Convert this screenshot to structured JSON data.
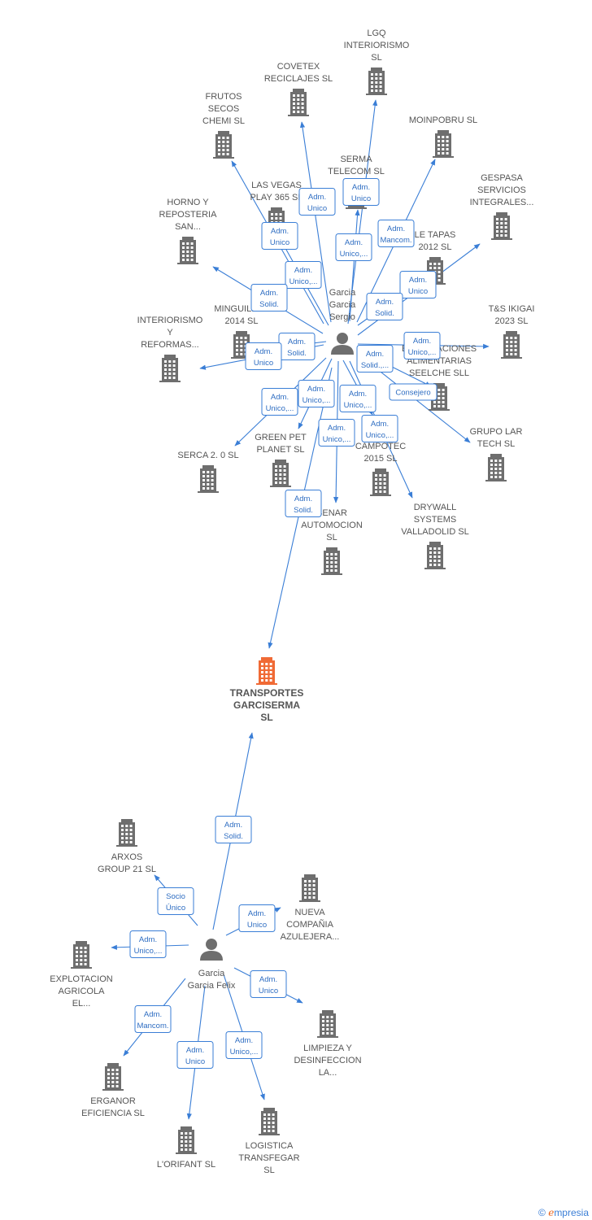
{
  "people": [
    {
      "id": "p1",
      "name": [
        "Garcia",
        "Garcia",
        "Sergio"
      ]
    },
    {
      "id": "p2",
      "name": [
        "Garcia",
        "Garcia Felix"
      ]
    }
  ],
  "companies": [
    {
      "id": "main",
      "name": [
        "TRANSPORTES",
        "GARCISERMA",
        "SL"
      ],
      "highlight": true
    },
    {
      "id": "lgq",
      "name": [
        "LGQ",
        "INTERIORISMO",
        "SL"
      ]
    },
    {
      "id": "covetex",
      "name": [
        "COVETEX",
        "RECICLAJES  SL"
      ]
    },
    {
      "id": "frutos",
      "name": [
        "FRUTOS",
        "SECOS",
        "CHEMI SL"
      ]
    },
    {
      "id": "moinpobru",
      "name": [
        "MOINPOBRU  SL"
      ]
    },
    {
      "id": "serma",
      "name": [
        "SERMA",
        "TELECOM  SL"
      ]
    },
    {
      "id": "lasvegas",
      "name": [
        "LAS VEGAS",
        "PLAY 365  SL"
      ]
    },
    {
      "id": "gespasa",
      "name": [
        "GESPASA",
        "SERVICIOS",
        "INTEGRALES..."
      ]
    },
    {
      "id": "horno",
      "name": [
        "HORNO Y",
        "REPOSTERIA",
        "SAN..."
      ]
    },
    {
      "id": "tapas",
      "name": [
        "LE TAPAS",
        "2012 SL"
      ]
    },
    {
      "id": "minguillen",
      "name": [
        "MINGUILLEN",
        "2014  SL"
      ]
    },
    {
      "id": "tsikigai",
      "name": [
        "T&S IKIGAI",
        "2023  SL"
      ]
    },
    {
      "id": "interiorismo",
      "name": [
        "INTERIORISMO",
        "Y",
        "REFORMAS..."
      ]
    },
    {
      "id": "seelche",
      "name": [
        "EXPLOTACIONES",
        "ALIMENTARIAS",
        "SEELCHE  SLL"
      ]
    },
    {
      "id": "grupolar",
      "name": [
        "GRUPO LAR",
        "TECH  SL"
      ]
    },
    {
      "id": "serca",
      "name": [
        "SERCA 2. 0 SL"
      ]
    },
    {
      "id": "greenpet",
      "name": [
        "GREEN PET",
        "PLANET  SL"
      ]
    },
    {
      "id": "campotec",
      "name": [
        "CAMPOTEC",
        "2015  SL"
      ]
    },
    {
      "id": "senar",
      "name": [
        "SENAR",
        "AUTOMOCION",
        "SL"
      ]
    },
    {
      "id": "drywall",
      "name": [
        "DRYWALL",
        "SYSTEMS",
        "VALLADOLID  SL"
      ]
    },
    {
      "id": "arxos",
      "name": [
        "ARXOS",
        "GROUP 21 SL"
      ]
    },
    {
      "id": "nueva",
      "name": [
        "NUEVA",
        "COMPAÑIA",
        "AZULEJERA..."
      ]
    },
    {
      "id": "explotacion",
      "name": [
        "EXPLOTACION",
        "AGRICOLA",
        "EL..."
      ]
    },
    {
      "id": "limpieza",
      "name": [
        "LIMPIEZA Y",
        "DESINFECCION",
        "LA..."
      ]
    },
    {
      "id": "erganor",
      "name": [
        "ERGANOR",
        "EFICIENCIA SL"
      ]
    },
    {
      "id": "logistica",
      "name": [
        "LOGISTICA",
        "TRANSFEGAR",
        "SL"
      ]
    },
    {
      "id": "lorifant",
      "name": [
        "L'ORIFANT SL"
      ]
    }
  ],
  "edges": [
    {
      "from": "p1",
      "to": "main",
      "label": [
        "Adm.",
        "Solid."
      ]
    },
    {
      "from": "p1",
      "to": "lgq",
      "label": [
        "Adm.",
        "Unico"
      ]
    },
    {
      "from": "p1",
      "to": "covetex",
      "label": [
        "Adm.",
        "Unico"
      ]
    },
    {
      "from": "p1",
      "to": "frutos",
      "label": [
        "Adm.",
        "Unico"
      ]
    },
    {
      "from": "p1",
      "to": "moinpobru",
      "label": [
        "Adm.",
        "Mancom."
      ]
    },
    {
      "from": "p1",
      "to": "serma",
      "label": [
        "Adm.",
        "Unico,..."
      ]
    },
    {
      "from": "p1",
      "to": "lasvegas",
      "label": [
        "Adm.",
        "Unico,..."
      ]
    },
    {
      "from": "p1",
      "to": "gespasa",
      "label": [
        "Adm.",
        "Unico"
      ]
    },
    {
      "from": "p1",
      "to": "horno",
      "label": [
        "Adm.",
        "Solid."
      ]
    },
    {
      "from": "p1",
      "to": "tapas",
      "label": [
        "Adm.",
        "Solid."
      ]
    },
    {
      "from": "p1",
      "to": "minguillen",
      "label": [
        "Adm.",
        "Solid."
      ]
    },
    {
      "from": "p1",
      "to": "tsikigai",
      "label": [
        "Adm.",
        "Unico,..."
      ]
    },
    {
      "from": "p1",
      "to": "interiorismo",
      "label": [
        "Adm.",
        "Unico"
      ]
    },
    {
      "from": "p1",
      "to": "seelche",
      "label": [
        "Adm.",
        "Solid.,..."
      ]
    },
    {
      "from": "p1",
      "to": "grupolar",
      "label": [
        "Consejero"
      ]
    },
    {
      "from": "p1",
      "to": "serca",
      "label": [
        "Adm.",
        "Unico,..."
      ]
    },
    {
      "from": "p1",
      "to": "greenpet",
      "label": [
        "Adm.",
        "Unico,..."
      ]
    },
    {
      "from": "p1",
      "to": "campotec",
      "label": [
        "Adm.",
        "Unico,..."
      ]
    },
    {
      "from": "p1",
      "to": "senar",
      "label": [
        "Adm.",
        "Unico,..."
      ]
    },
    {
      "from": "p1",
      "to": "drywall",
      "label": [
        "Adm.",
        "Unico,..."
      ]
    },
    {
      "from": "p2",
      "to": "main",
      "label": [
        "Adm.",
        "Solid."
      ]
    },
    {
      "from": "p2",
      "to": "arxos",
      "label": [
        "Socio",
        "Único"
      ]
    },
    {
      "from": "p2",
      "to": "nueva",
      "label": [
        "Adm.",
        "Unico"
      ]
    },
    {
      "from": "p2",
      "to": "explotacion",
      "label": [
        "Adm.",
        "Unico,..."
      ]
    },
    {
      "from": "p2",
      "to": "limpieza",
      "label": [
        "Adm.",
        "Unico"
      ]
    },
    {
      "from": "p2",
      "to": "erganor",
      "label": [
        "Adm.",
        "Mancom."
      ]
    },
    {
      "from": "p2",
      "to": "logistica",
      "label": [
        "Adm.",
        "Unico,..."
      ]
    },
    {
      "from": "p2",
      "to": "lorifant",
      "label": [
        "Adm.",
        "Unico"
      ]
    }
  ],
  "colors": {
    "edge": "#3a7ed6",
    "building": "#6e6e6e",
    "highlight": "#f06a35",
    "text": "#555555"
  },
  "footer": {
    "copyright": "©",
    "brand_initial": "e",
    "brand_rest": "mpresia"
  }
}
